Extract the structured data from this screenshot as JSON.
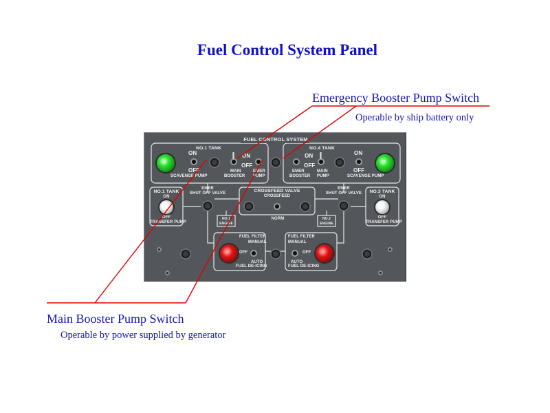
{
  "title": "Fuel Control System Panel",
  "callouts": {
    "emergency": {
      "heading": "Emergency Booster Pump Switch",
      "note": "Operable by ship battery only"
    },
    "main": {
      "heading": "Main Booster Pump Switch",
      "note": "Operable by power  supplied by generator"
    }
  },
  "panel": {
    "title": "FUEL CONTROL SYSTEM",
    "left_top": {
      "tank": "NO.1  TANK",
      "on": "ON",
      "off": "OFF",
      "scavenge": "SCAVENGE PUMP",
      "on2": "ON",
      "off2": "OFF",
      "main": "MAIN",
      "booster": "BOOSTER",
      "emer": "EMER",
      "pump": "PUMP"
    },
    "right_top": {
      "tank": "NO.4  TANK",
      "emer": "EMER",
      "booster": "BOOSTER",
      "on": "ON",
      "off": "OFF",
      "main": "MAIN",
      "pump": "PUMP",
      "on2": "ON",
      "off2": "OFF",
      "scavenge": "SCAVENGE PUMP"
    },
    "no1_transfer": {
      "tank": "NO.1  TANK",
      "on": "ON",
      "off": "OFF",
      "transfer": "TRANSFER PUMP"
    },
    "no3_transfer": {
      "tank": "NO.3  TANK",
      "on": "ON",
      "off": "OFF",
      "transfer": "TRANSFER PUMP"
    },
    "emer_left": {
      "line1": "EMER",
      "line2": "SHUT OFF VALVE"
    },
    "emer_right": {
      "line1": "EMER",
      "line2": "SHUT OFF VALVE"
    },
    "crossfeed": {
      "title": "CROSSFEED  VALVE",
      "crossfeed": "CROSSFEED",
      "norm": "NORM"
    },
    "engine_left": {
      "line1": "NO.1",
      "line2": "ENGINE"
    },
    "engine_right": {
      "line1": "NO.2",
      "line2": "ENGINE"
    },
    "filter_left": {
      "line1": "FUEL FILTER",
      "manual": "MANUAL",
      "off": "OFF",
      "auto": "AUTO",
      "deicing": "FUEL DE-ICING"
    },
    "filter_right": {
      "line1": "FUEL FILTER",
      "manual": "MANUAL",
      "off": "OFF",
      "auto": "AUTO",
      "deicing": "FUEL DE-ICING"
    }
  },
  "colors": {
    "title": "#1010c8",
    "callout_text": "#1414b4",
    "leader_line": "#e00000",
    "panel": "#53575b",
    "lamp_on": "#32e232",
    "lamp_warn": "#e01515"
  }
}
